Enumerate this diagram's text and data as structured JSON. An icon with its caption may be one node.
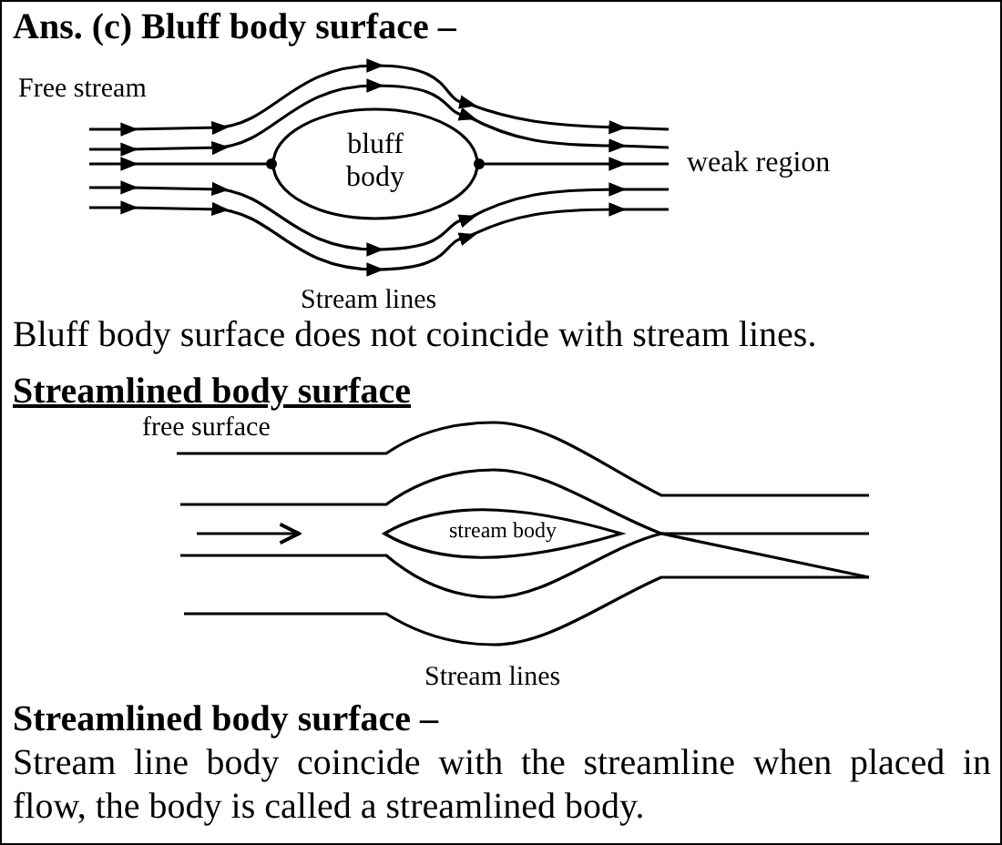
{
  "diagram": {
    "title": "Ans. (c) Bluff body surface –",
    "nodes": [
      {
        "text": [
          "bluff body"
        ]
      },
      {
        "text": [
          "stream body"
        ]
      }
    ],
    "labels": [
      "Free stream",
      "weak region",
      "Stream lines",
      "Bluff body surface does not coincide with stream lines.",
      "Streamlined body surface",
      "free surface",
      "Stream lines",
      "Streamlined body surface –",
      "Stream line body coincide with the streamline when placed in flow, the body is called a streamlined body."
    ]
  }
}
